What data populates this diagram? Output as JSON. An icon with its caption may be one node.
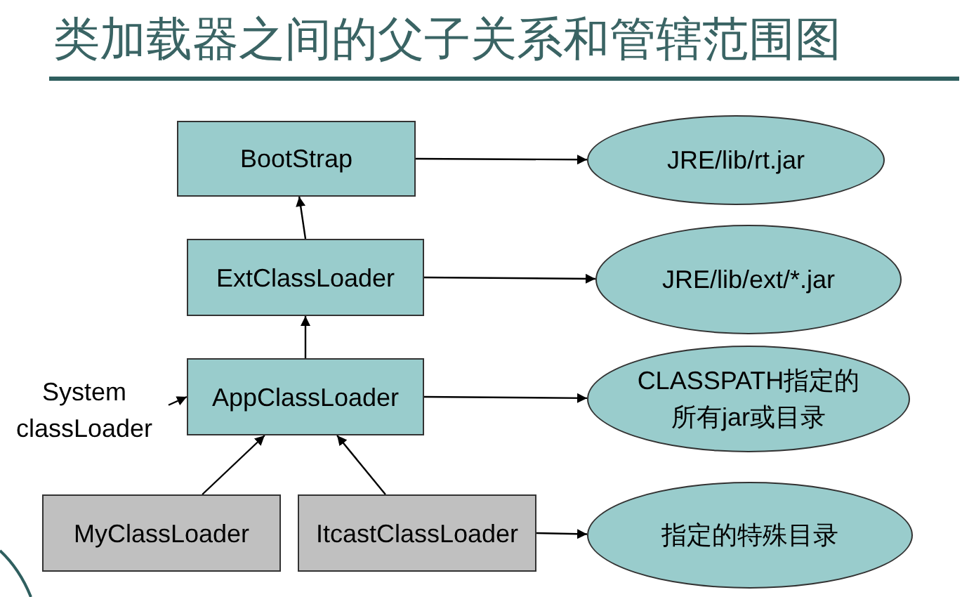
{
  "diagram": {
    "title": "类加载器之间的父子关系和管辖范围图",
    "nodes": [
      {
        "text": [
          "BootStrap"
        ]
      },
      {
        "text": [
          "JRE/lib/rt.jar"
        ]
      },
      {
        "text": [
          "ExtClassLoader"
        ]
      },
      {
        "text": [
          "JRE/lib/ext/*.jar"
        ]
      },
      {
        "text": [
          "System classLoader"
        ]
      },
      {
        "text": [
          "AppClassLoader"
        ]
      },
      {
        "text": [
          "CLASSPATH指定的所有jar或目录"
        ]
      },
      {
        "text": [
          "MyClassLoader"
        ]
      },
      {
        "text": [
          "ItcastClassLoader"
        ]
      },
      {
        "text": [
          "指定的特殊目录"
        ]
      }
    ],
    "edges": [
      {
        "from": 0,
        "to": 1,
        "arrow": "to"
      },
      {
        "from": 2,
        "to": 0,
        "arrow": "to"
      },
      {
        "from": 2,
        "to": 3,
        "arrow": "to"
      },
      {
        "from": 4,
        "to": 5,
        "arrow": "to"
      },
      {
        "from": 5,
        "to": 2,
        "arrow": "to"
      },
      {
        "from": 5,
        "to": 6,
        "arrow": "to"
      },
      {
        "from": 7,
        "to": 5,
        "arrow": "to"
      },
      {
        "from": 8,
        "to": 5,
        "arrow": "to"
      },
      {
        "from": 8,
        "to": 9,
        "arrow": "to"
      }
    ]
  }
}
